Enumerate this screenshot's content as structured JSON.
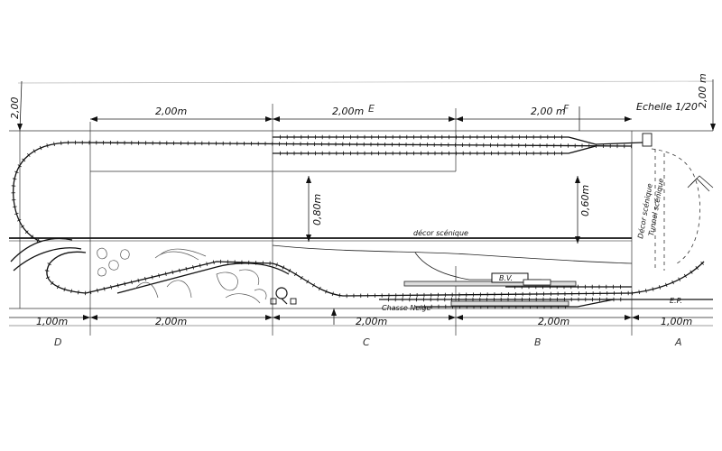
{
  "plan": {
    "scale": "Echelle 1/20",
    "lengths": {
      "d_2m_top": "2,00m",
      "e_2m_top": "2,00m",
      "f_2m_top": "2,00 m",
      "left_1m": "1,00m",
      "d_2m_bottom": "2,00m",
      "c_2m": "2,00m",
      "b_2m": "2,00m",
      "a_1m": "1,00m",
      "height_left": "2,00",
      "height_right": "2,00 m",
      "inner_080": "0,80m",
      "inner_060": "0,60m"
    },
    "sections": {
      "a": "A",
      "b": "B",
      "c": "C",
      "d": "D",
      "e": "E",
      "f": "F"
    },
    "labels": {
      "decor": "décor scénique",
      "bv": "B.V.",
      "ep": "E.P.",
      "chasse_neige": "Chasse Neige",
      "decor_vertical": "Décor scénique",
      "tunnel": "Tunnel scénique"
    }
  }
}
